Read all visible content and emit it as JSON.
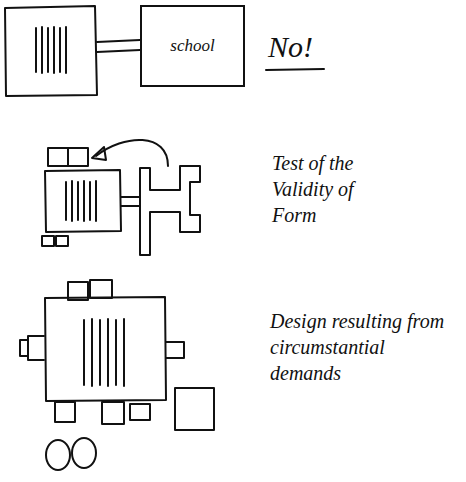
{
  "diagram": {
    "nodes": [
      {
        "text": [
          "school"
        ]
      }
    ],
    "labels": [
      "No!",
      "Test of the Validity of Form",
      "Design resulting from circumstantial demands"
    ]
  }
}
